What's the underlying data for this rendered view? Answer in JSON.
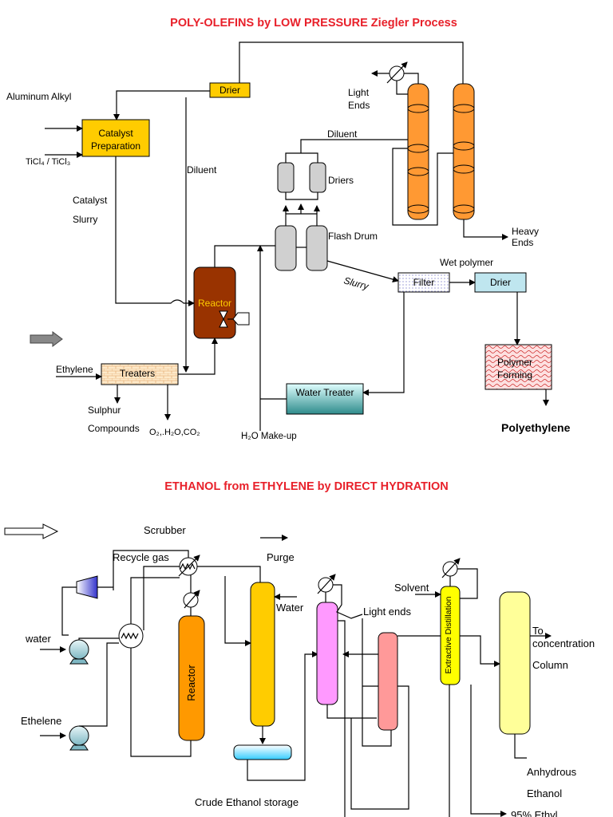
{
  "top": {
    "title": "POLY-OLEFINS by LOW PRESSURE Ziegler Process",
    "aluminum_alkyl": "Aluminum Alkyl",
    "ticl": "TiCl₄ / TiCl₃",
    "catalyst_prep": [
      "Catalyst",
      "Preparation"
    ],
    "catalyst_slurry": [
      "Catalyst",
      "Slurry"
    ],
    "drier_top": "Drier",
    "diluent_left": "Diluent",
    "diluent_top": "Diluent",
    "light_ends": [
      "Light",
      "Ends"
    ],
    "driers": "Driers",
    "flash_drum": "Flash Drum",
    "heavy_ends": [
      "Heavy",
      "Ends"
    ],
    "slurry": "Slurry",
    "wet_polymer": "Wet polymer",
    "filter": "Filter",
    "drier_right": "Drier",
    "reactor": "Reactor",
    "ethylene": "Ethylene",
    "treaters": "Treaters",
    "sulphur": [
      "Sulphur",
      "Compounds"
    ],
    "o2": "O₂,.H₂O,CO₂",
    "water_treater": "Water Treater",
    "h2o_makeup": "H₂O Make-up",
    "polymer_forming": [
      "Polymer",
      "Forming"
    ],
    "polyethylene": "Polyethylene"
  },
  "bottom": {
    "title": "ETHANOL from ETHYLENE by DIRECT HYDRATION",
    "scrubber": "Scrubber",
    "recycle_gas": "Recycle gas",
    "purge": "Purge",
    "water_left": "water",
    "water_mid": "Water",
    "ethelene": "Ethelene",
    "reactor": "Reactor",
    "solvent": "Solvent",
    "light_ends": "Light ends",
    "extractive": "Extractive Distillation",
    "to_conc": [
      "To",
      "concentration",
      "Column"
    ],
    "anhydrous": [
      "Anhydrous",
      "Ethanol"
    ],
    "crude": "Crude Ethanol storage",
    "ethyl95": "95% Ethyl"
  },
  "colors": {
    "title_red": "#e8202a",
    "catalyst_yellow": "#ffcc00",
    "column_orange": "#ff9933",
    "reactor_brown": "#993300",
    "treater_tan": "#fde9c9",
    "water_treater_teal": "#4aa3a3",
    "drier_light_blue": "#bfe6ef",
    "reactor2_orange": "#ff9900",
    "purge_column_gold": "#ffcc00",
    "column_pink": "#ff99ff",
    "column_salmon": "#ff9999",
    "extractive_yellow": "#ffff00",
    "last_column_yellow": "#ffff99"
  }
}
